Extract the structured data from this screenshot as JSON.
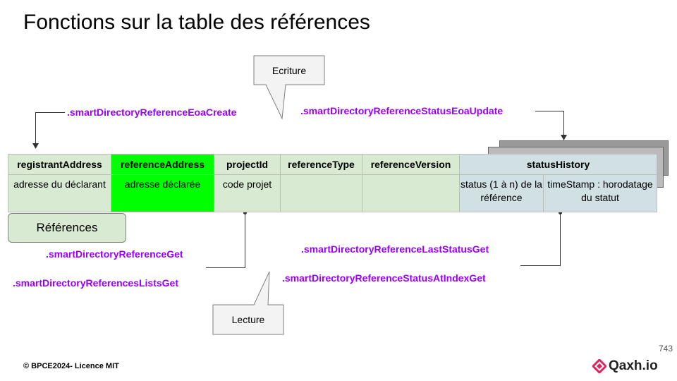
{
  "title": "Fonctions sur la table des références",
  "callouts": {
    "write": "Ecriture",
    "read": "Lecture"
  },
  "functions": {
    "eoa_create": ".smartDirectoryReferenceEoaCreate",
    "status_eoa_update": ".smartDirectoryReferenceStatusEoaUpdate",
    "get": ".smartDirectoryReferenceGet",
    "lists_get": ".smartDirectoryReferencesListsGet",
    "last_status_get": ".smartDirectoryReferenceLastStatusGet",
    "status_at_index_get": ".smartDirectoryReferenceStatusAtIndexGet"
  },
  "table": {
    "headers": [
      "registrantAddress",
      "referenceAddress",
      "projectId",
      "referenceType",
      "referenceVersion",
      "statusHistory"
    ],
    "row": {
      "registrantAddress": "adresse du déclarant",
      "referenceAddress": "adresse déclarée",
      "projectId": "code projet",
      "referenceType": "",
      "referenceVersion": "",
      "status": "status (1 à n) de la référence",
      "timeStamp": "timeStamp : horodatage du statut"
    }
  },
  "references_label": "Références",
  "page_number": "743",
  "licence": "© BPCE2024- Licence MIT",
  "logo_text": "Qaxh.io",
  "colors": {
    "function_text": "#9900ff",
    "highlight": "#00ff00",
    "cell_green": "#d9ead3",
    "cell_blue": "#d0e0e3"
  }
}
